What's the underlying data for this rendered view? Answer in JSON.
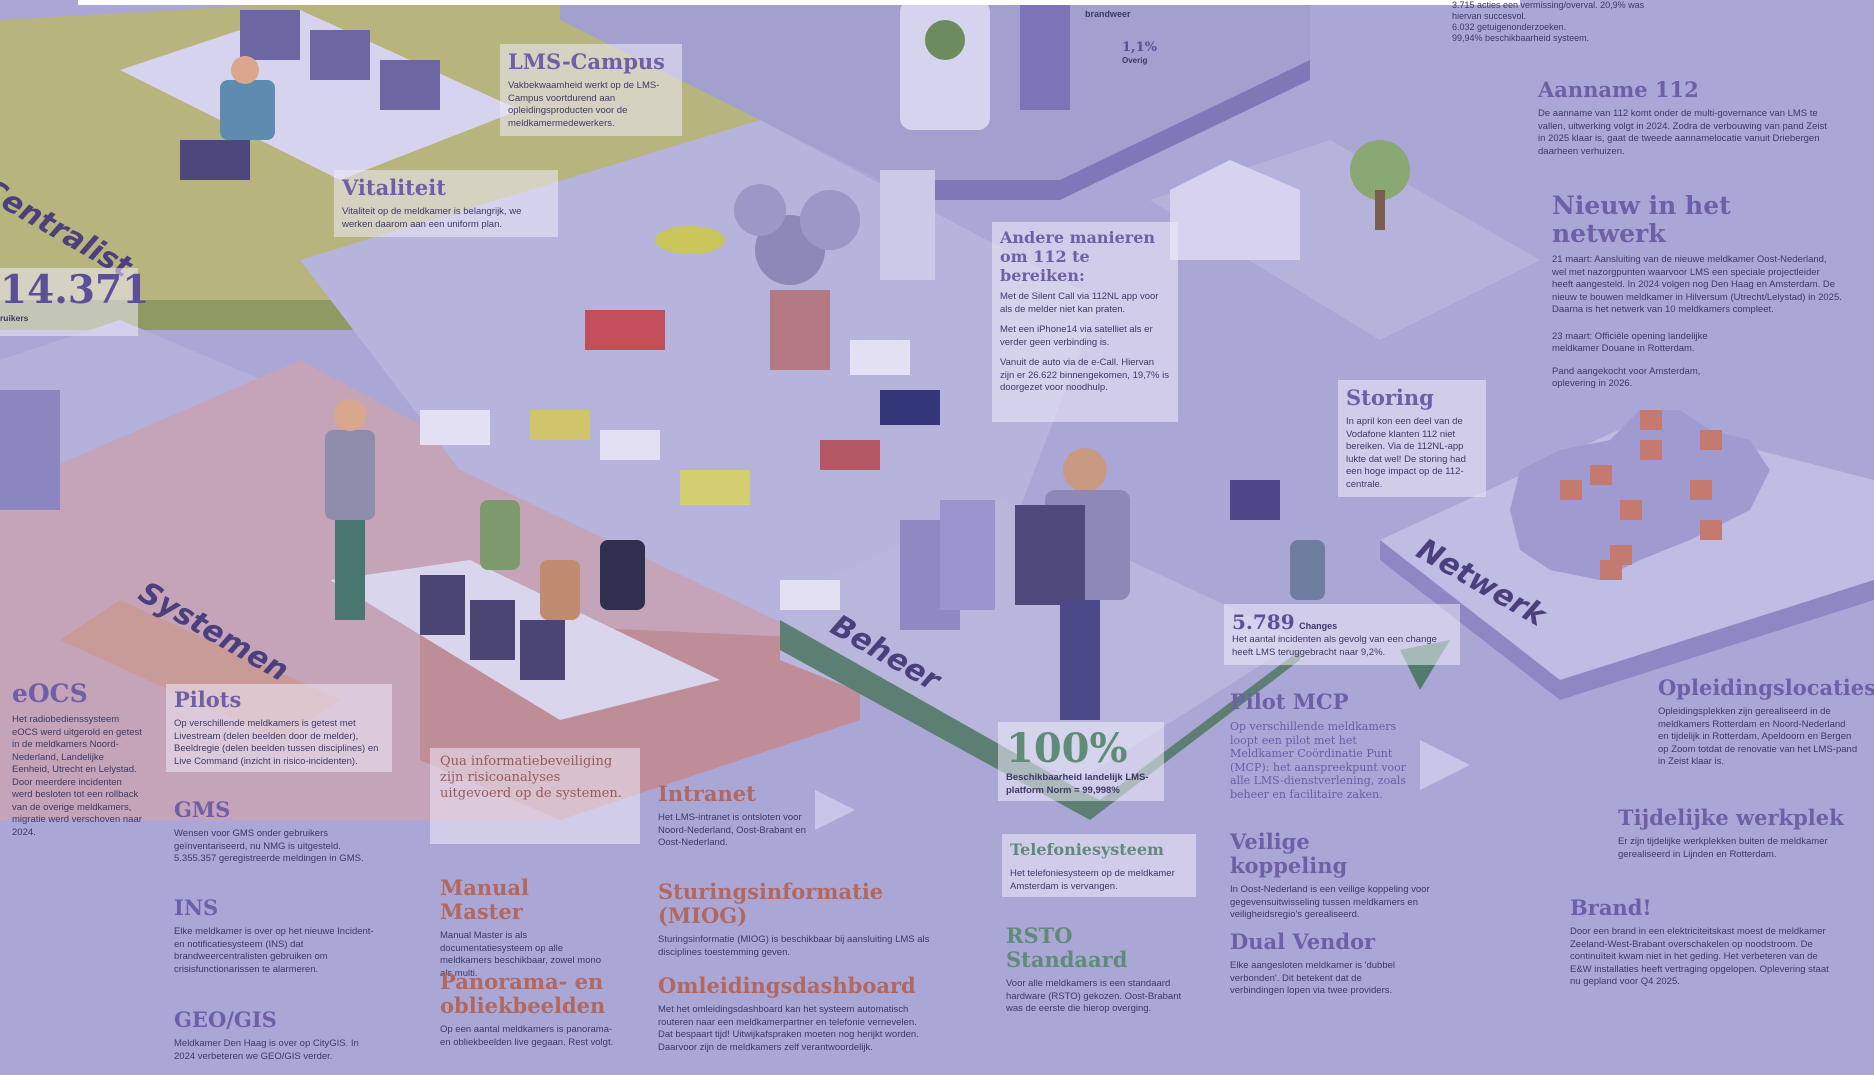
{
  "top_fragments": {
    "brandweer_label": "brandweer",
    "overig_pct": "1,1%",
    "overig_label": "Overig",
    "top_right_lines": [
      "3.715 acties een vermissing/overval. 20,9% was hiervan succesvol.",
      "6.032 getuigenonderzoeken.",
      "99,94% beschikbaarheid systeem."
    ]
  },
  "sections": {
    "centralist": "Centralist",
    "systemen": "Systemen",
    "beheer": "Beheer",
    "netwerk": "Netwerk"
  },
  "stat_users": {
    "value": "14.371",
    "label": "ruikers"
  },
  "lms_campus": {
    "title": "LMS-Campus",
    "text": "Vakbekwaamheid werkt op de LMS-Campus voortdurend aan opleidingsproducten voor de meldkamermedewerkers."
  },
  "vitaliteit": {
    "title": "Vitaliteit",
    "text": "Vitaliteit op de meldkamer is belangrijk, we werken daarom aan een uniform plan."
  },
  "andere_manieren": {
    "title": "Andere manieren om 112 te bereiken:",
    "p1": "Met de Silent Call via 112NL app voor als de melder niet kan praten.",
    "p2": "Met een iPhone14 via satelliet als er verder geen verbinding is.",
    "p3": "Vanuit de auto via de e-Call. Hiervan zijn er 26.622 binnengekomen, 19,7% is doorgezet voor noodhulp."
  },
  "aanname": {
    "title": "Aanname 112",
    "text": "De aanname van 112 komt onder de multi-governance van LMS te vallen, uitwerking volgt in 2024. Zodra de verbouwing van pand Zeist in 2025 klaar is, gaat de tweede aannamelocatie vanuit Driebergen daarheen verhuizen."
  },
  "nieuw": {
    "title": "Nieuw in het netwerk",
    "p1": "21 maart: Aansluiting van de nieuwe meldkamer Oost-Nederland, wel met nazorgpunten waarvoor LMS een speciale projectleider heeft aangesteld. In 2024 volgen nog Den Haag en Amsterdam. De nieuw te bouwen meldkamer in Hilversum (Utrecht/Lelystad) in 2025. Daarna is het netwerk van 10 meldkamers compleet.",
    "p2": "23 maart: Officiële opening landelijke meldkamer Douane in Rotterdam.",
    "p3": "Pand aangekocht voor Amsterdam, oplevering in 2026."
  },
  "storing": {
    "title": "Storing",
    "text": "In april kon een deel van de Vodafone klanten 112 niet bereiken. Via de 112NL-app lukte dat wel! De storing had een hoge impact op de 112-centrale."
  },
  "changes": {
    "value": "5.789",
    "label": "Changes",
    "text": "Het aantal incidenten als gevolg van een change heeft LMS teruggebracht naar 9,2%."
  },
  "eocs": {
    "title": "eOCS",
    "text": "Het radiobedienssysteem eOCS werd uitgerold en getest in de meldkamers Noord-Nederland, Landelijke Eenheid, Utrecht en Lelystad. Door meerdere incidenten werd besloten tot een rollback van de overige meldkamers, migratie werd verschoven naar 2024."
  },
  "pilots": {
    "title": "Pilots",
    "text": "Op verschillende meldkamers is getest met Livestream (delen beelden door de melder), Beeldregie (delen beelden tussen disciplines) en Live Command (inzicht in risico-incidenten)."
  },
  "gms": {
    "title": "GMS",
    "text": "Wensen voor GMS onder gebruikers geïnventariseerd, nu NMG is uitgesteld. 5.355.357 geregistreerde meldingen in GMS."
  },
  "ins": {
    "title": "INS",
    "text": "Elke meldkamer is over op het nieuwe Incident- en notificatiesysteem (INS) dat brandweercentralisten gebruiken om crisisfunctionarissen te alarmeren."
  },
  "geo": {
    "title": "GEO/GIS",
    "text": "Meldkamer Den Haag is over op CityGIS. In 2024 verbeteren we GEO/GIS verder."
  },
  "info_beveiliging": {
    "text": "Qua informatiebeveiliging zijn risicoanalyses uitgevoerd op de systemen."
  },
  "manual": {
    "title": "Manual Master",
    "text": "Manual Master is als documentatiesysteem op alle meldkamers beschikbaar, zowel mono als multi."
  },
  "panorama": {
    "title": "Panorama- en obliekbeelden",
    "text": "Op een aantal meldkamers is panorama- en obliekbeelden live gegaan. Rest volgt."
  },
  "intranet": {
    "title": "Intranet",
    "text": "Het LMS-intranet is ontsloten voor Noord-Nederland, Oost-Brabant en Oost-Nederland."
  },
  "sturing": {
    "title": "Sturingsinformatie (MIOG)",
    "text": "Sturingsinformatie (MIOG) is beschikbaar bij aansluiting LMS als disciplines toestemming geven."
  },
  "omleiding": {
    "title": "Omleidingsdashboard",
    "text": "Met het omleidingsdashboard kan het systeem automatisch routeren naar een meldkamerpartner en telefonie vernevelen. Dat bespaart tijd! Uitwijkafspraken moeten nog herijkt worden. Daarvoor zijn de meldkamers zelf verantwoordelijk."
  },
  "beschikbaarheid": {
    "value": "100%",
    "text": "Beschikbaarheid landelijk LMS-platform Norm = 99,998%"
  },
  "telefonie": {
    "title": "Telefoniesysteem",
    "text": "Het telefoniesysteem op de meldkamer Amsterdam is vervangen."
  },
  "rsto": {
    "title": "RSTO Standaard",
    "text": "Voor alle meldkamers is een standaard hardware (RSTO) gekozen. Oost-Brabant was de eerste die hierop overging."
  },
  "pilot_mcp": {
    "title": "Pilot MCP",
    "text": "Op verschillende meldkamers loopt een pilot met het Meldkamer Coördinatie Punt (MCP): het aanspreekpunt voor alle LMS-dienstverlening, zoals beheer en facilitaire zaken."
  },
  "veilige": {
    "title": "Veilige koppeling",
    "text": "In Oost-Nederland is een veilige koppeling voor gegevensuitwisseling tussen meldkamers en veiligheidsregio's gerealiseerd."
  },
  "dual": {
    "title": "Dual Vendor",
    "text": "Elke aangesloten meldkamer is 'dubbel verbonden'. Dit betekent dat de verbindingen lopen via twee providers."
  },
  "opleidingslocaties": {
    "title": "Opleidingslocaties",
    "text": "Opleidingsplekken zijn gerealiseerd in de meldkamers Rotterdam en Noord-Nederland en tijdelijk in Rotterdam, Apeldoorn en Bergen op Zoom totdat de renovatie van het LMS-pand in Zeist klaar is."
  },
  "tijdelijke": {
    "title": "Tijdelijke werkplek",
    "text": "Er zijn tijdelijke werkplekken buiten de meldkamer gerealiseerd in Lijnden en Rotterdam."
  },
  "brand": {
    "title": "Brand!",
    "text": "Door een brand in een elektriciteitskast moest de meldkamer Zeeland-West-Brabant overschakelen op noodstroom. De continuïteit kwam niet in het geding. Het verbeteren van de E&W installaties heeft vertraging opgelopen. Oplevering staat nu gepland voor Q4 2025."
  },
  "colors": {
    "background": "#aaa7d6",
    "heading_purple": "#6f5fa8",
    "heading_orange": "#b2685f",
    "text_dark": "#3d3966"
  }
}
